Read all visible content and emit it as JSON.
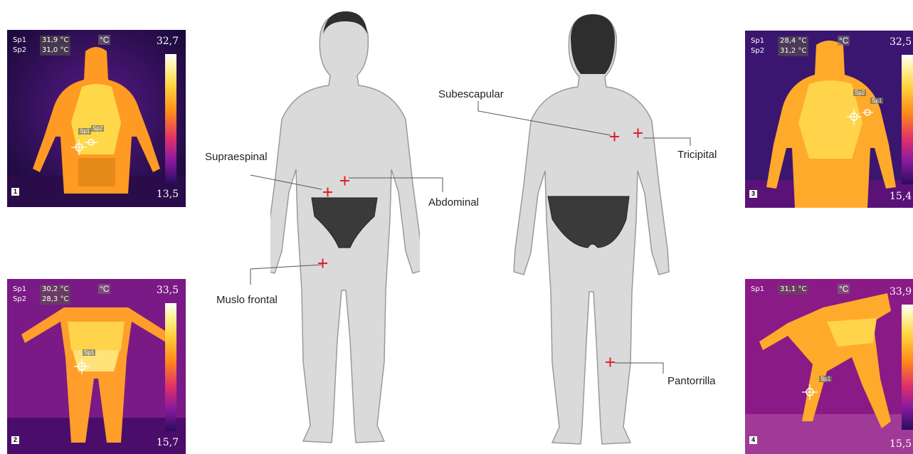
{
  "labels": {
    "supraespinal": "Supraespinal",
    "abdominal": "Abdominal",
    "muslo": "Muslo frontal",
    "subescapular": "Subescapular",
    "tricipital": "Tricipital",
    "pantorrilla": "Pantorrilla"
  },
  "unit": "°C",
  "thermograms": [
    {
      "number": "1",
      "max": "32,7",
      "min": "13,5",
      "readings": [
        {
          "spot": "Sp1",
          "value": "31,9 °C"
        },
        {
          "spot": "Sp2",
          "value": "31,0 °C"
        }
      ],
      "markers": [
        "Sp1",
        "Sp2"
      ]
    },
    {
      "number": "2",
      "max": "33,5",
      "min": "15,7",
      "readings": [
        {
          "spot": "Sp1",
          "value": "30,2 °C"
        },
        {
          "spot": "Sp2",
          "value": "28,3 °C"
        }
      ],
      "markers": [
        "Sp1"
      ]
    },
    {
      "number": "3",
      "max": "32,5",
      "min": "15,4",
      "readings": [
        {
          "spot": "Sp1",
          "value": "28,4 °C"
        },
        {
          "spot": "Sp2",
          "value": "31,2 °C"
        }
      ],
      "markers": [
        "Sp2",
        "Sp1"
      ]
    },
    {
      "number": "4",
      "max": "33,9",
      "min": "15,5",
      "readings": [
        {
          "spot": "Sp1",
          "value": "31,1 °C"
        }
      ],
      "markers": [
        "Sp1"
      ]
    }
  ],
  "colors": {
    "marker": "#e0202a",
    "leader": "#555555",
    "skin": "#dcdcdc",
    "brief": "#3a3a3a"
  }
}
